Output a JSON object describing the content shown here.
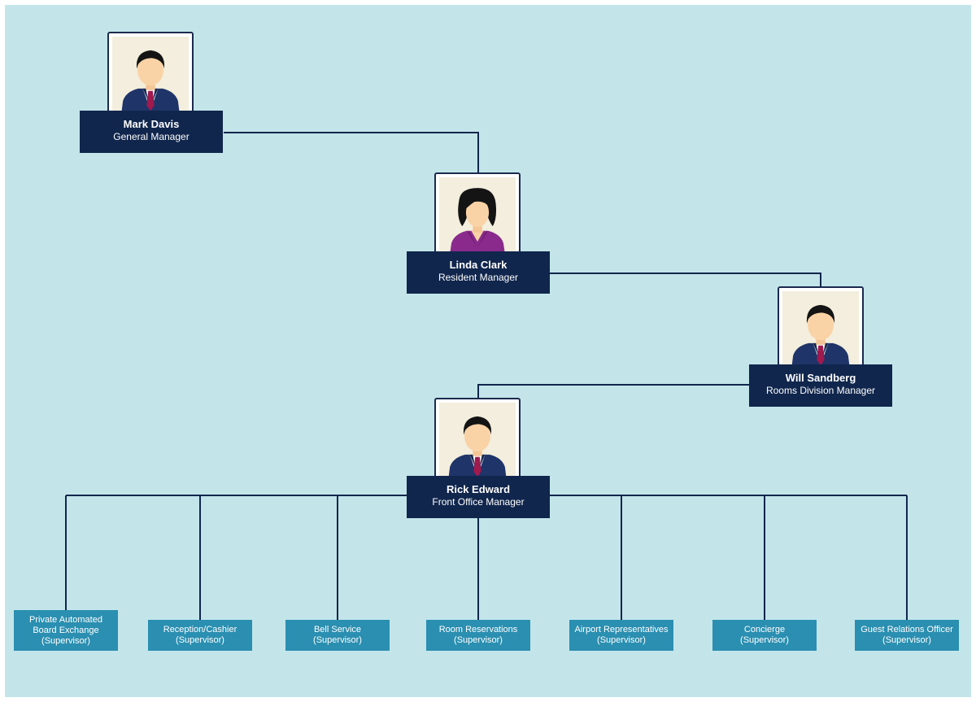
{
  "people": [
    {
      "name": "Mark Davis",
      "title": "General Manager",
      "avatar": "male-avatar-icon"
    },
    {
      "name": "Linda Clark",
      "title": "Resident Manager",
      "avatar": "female-avatar-icon"
    },
    {
      "name": "Will Sandberg",
      "title": "Rooms Division Manager",
      "avatar": "male-avatar-icon"
    },
    {
      "name": "Rick Edward",
      "title": "Front Office Manager",
      "avatar": "male-avatar-icon"
    }
  ],
  "supervisors": [
    {
      "label": "Private Automated\nBoard Exchange\n(Supervisor)"
    },
    {
      "label": "Reception/Cashier\n(Supervisor)"
    },
    {
      "label": "Bell Service\n(Supervisor)"
    },
    {
      "label": "Room Reservations\n(Supervisor)"
    },
    {
      "label": "Airport Representatives\n(Supervisor)"
    },
    {
      "label": "Concierge\n(Supervisor)"
    },
    {
      "label": "Guest Relations Officer\n(Supervisor)"
    }
  ],
  "colors": {
    "background": "#c3e5ea",
    "name_box": "#10264d",
    "supervisor_box": "#2a8fb1",
    "connector": "#10264d"
  }
}
